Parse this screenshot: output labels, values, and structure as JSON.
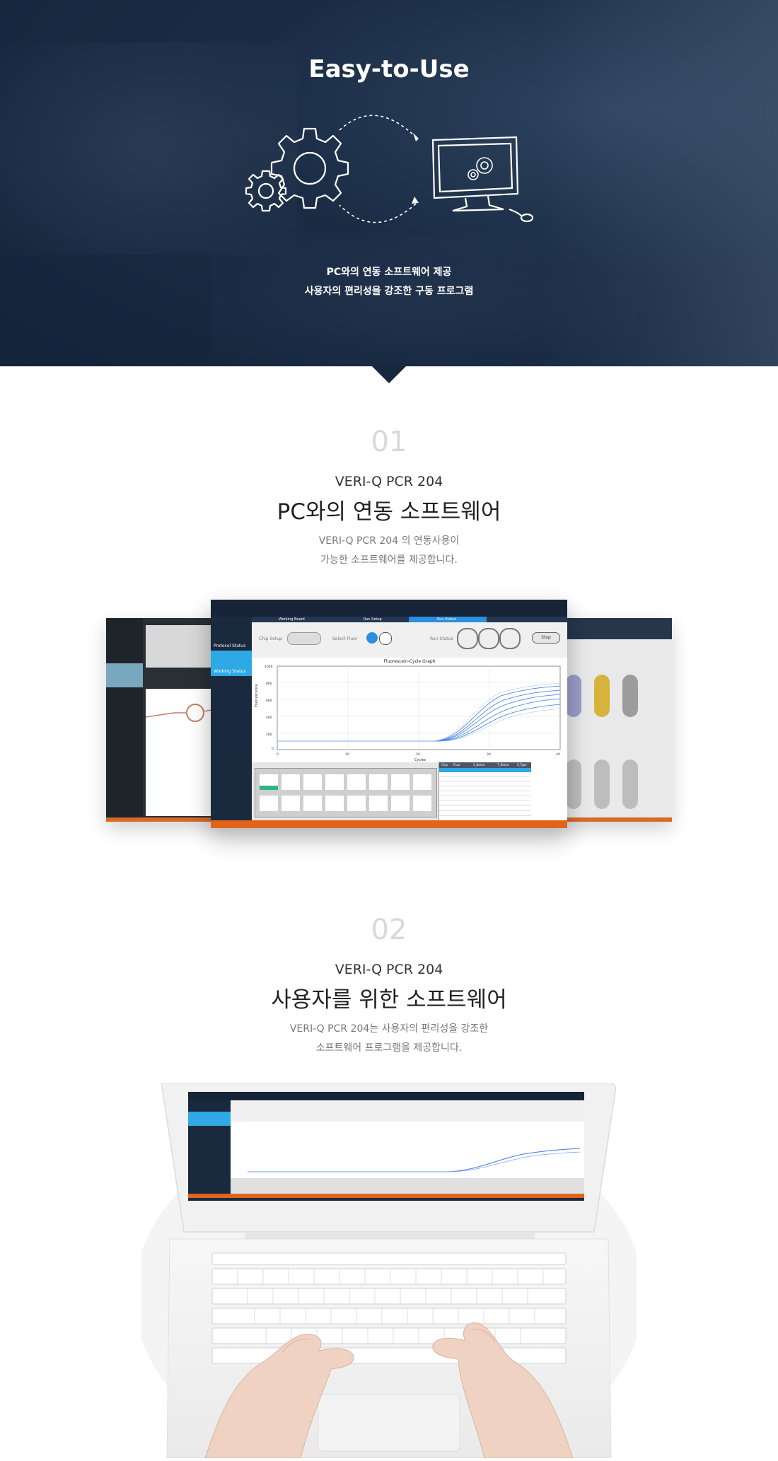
{
  "hero": {
    "title": "Easy-to-Use",
    "line1": "PC와의 연동 소프트웨어 제공",
    "line2": "사용자의 편리성을 강조한 구동 프로그램"
  },
  "section1": {
    "number": "01",
    "product": "VERI-Q PCR 204",
    "heading": "PC와의 연동 소프트웨어",
    "desc1": "VERI-Q PCR 204 의 연동사용이",
    "desc2": "가능한 소프트웨어를 제공합니다."
  },
  "section2": {
    "number": "02",
    "product": "VERI-Q PCR 204",
    "heading": "사용자를 위한 소프트웨어",
    "desc1": "VERI-Q PCR 204는 사용자의 편리성을 강조한",
    "desc2": "소프트웨어 프로그램을 제공합니다."
  },
  "screenshot": {
    "tab_working_board": "Working Board",
    "tab_run_setup": "Run Setup",
    "tab_run_status": "Run Status",
    "side_protocol": "Protocol Status",
    "side_working": "Working Status",
    "chip_setup": "Chip Setup",
    "select_fluor": "Select Fluor",
    "run_status": "Run Status",
    "stop": "Stop",
    "chart_title": "Fluorescein-Cycle Graph",
    "y_label": "Fluorescence",
    "x_label": "Cycles",
    "y_ticks": [
      "1000",
      "800",
      "600",
      "400",
      "200",
      "0"
    ],
    "x_ticks": [
      "0",
      "10",
      "20",
      "30",
      "40"
    ],
    "table_headers": [
      "Chip",
      "Fluor",
      "S_Name",
      "T_Name",
      "S_Type"
    ]
  },
  "colors": {
    "hero_bg": "#17283e",
    "accent_blue": "#2ea9e6",
    "accent_orange": "#e0641a"
  }
}
